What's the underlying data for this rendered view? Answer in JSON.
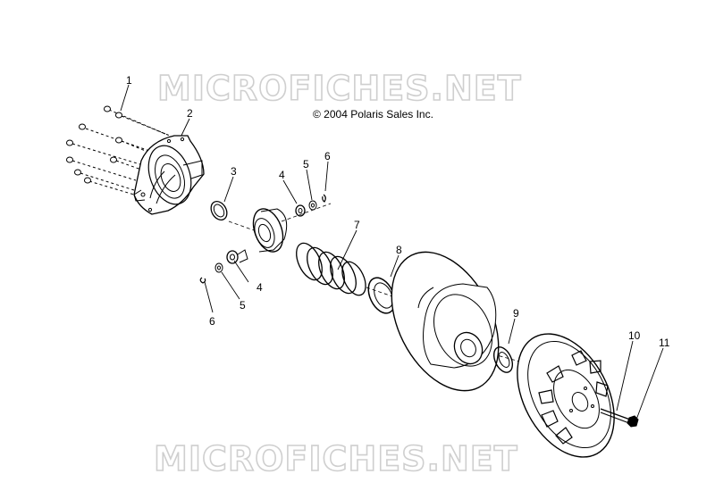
{
  "watermark": {
    "top": "MICROFICHES.NET",
    "bottom": "MICROFICHES.NET"
  },
  "copyright": "© 2004 Polaris Sales Inc.",
  "callouts": [
    "1",
    "2",
    "3",
    "4",
    "5",
    "6",
    "7",
    "8",
    "4",
    "5",
    "6",
    "9",
    "10",
    "11"
  ]
}
